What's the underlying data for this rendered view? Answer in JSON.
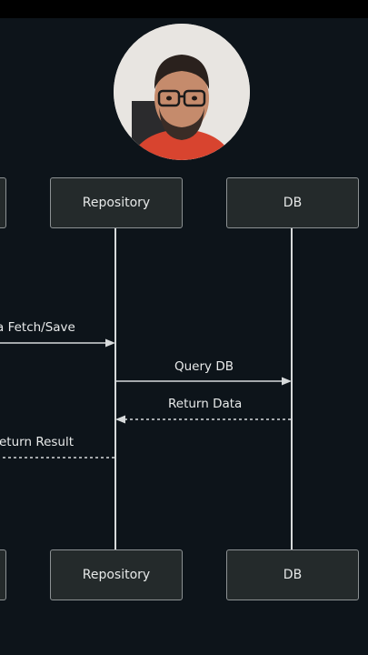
{
  "participants": {
    "repository_top": "Repository",
    "db_top": "DB",
    "repository_bottom": "Repository",
    "db_bottom": "DB"
  },
  "messages": [
    {
      "label": "a Fetch/Save",
      "from": "offscreen-left",
      "to": "Repository",
      "style": "solid"
    },
    {
      "label": "Query DB",
      "from": "Repository",
      "to": "DB",
      "style": "solid"
    },
    {
      "label": "Return Data",
      "from": "DB",
      "to": "Repository",
      "style": "dashed"
    },
    {
      "label": "eturn Result",
      "from": "Repository",
      "to": "offscreen-left",
      "style": "dashed"
    }
  ]
}
